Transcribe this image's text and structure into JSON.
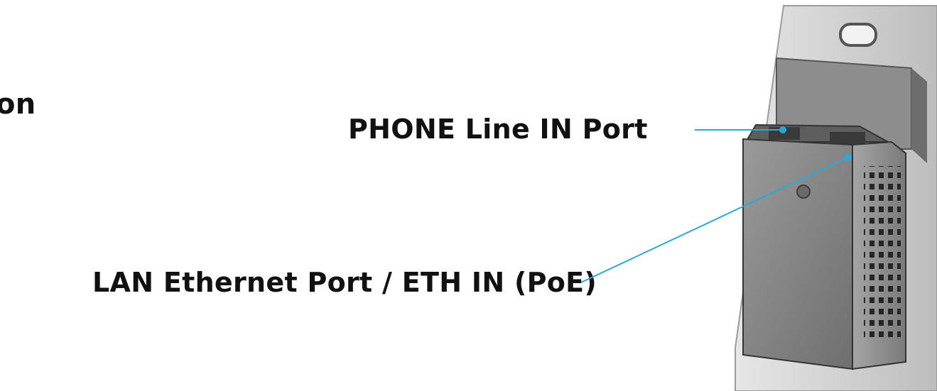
{
  "labels": {
    "partial_word": "on",
    "phone_port": "PHONE Line IN Port",
    "lan_port": "LAN Ethernet Port / ETH IN (PoE)"
  },
  "colors": {
    "leader_line": "#29a8e0",
    "text": "#111111",
    "plate": "#dcdcdc",
    "housing": "#8a8a8a"
  },
  "icons": {
    "device": "wall-plate-poe-device"
  }
}
